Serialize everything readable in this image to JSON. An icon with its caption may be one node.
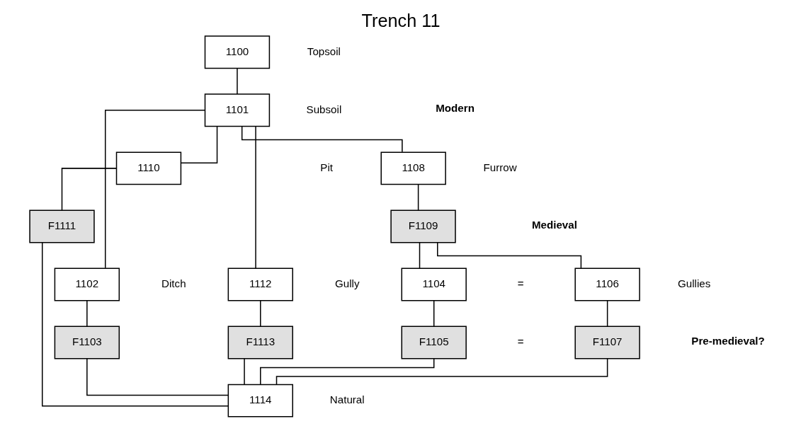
{
  "diagram": {
    "title": "Trench 11",
    "nodes": [
      {
        "text": [
          "1100"
        ],
        "beside": [
          "Topsoil"
        ]
      },
      {
        "text": [
          "1101"
        ],
        "beside": [
          "Subsoil"
        ]
      },
      {
        "text": [
          "1110"
        ]
      },
      {
        "text": [
          "1108"
        ]
      },
      {
        "text": [
          "F1111"
        ]
      },
      {
        "text": [
          "F1109"
        ]
      },
      {
        "text": [
          "1102"
        ]
      },
      {
        "text": [
          "1112"
        ]
      },
      {
        "text": [
          "1104"
        ]
      },
      {
        "text": [
          "1106"
        ]
      },
      {
        "text": [
          "F1103"
        ]
      },
      {
        "text": [
          "F1113"
        ]
      },
      {
        "text": [
          "F1105"
        ]
      },
      {
        "text": [
          "F1107"
        ]
      },
      {
        "text": [
          "1114"
        ],
        "beside": [
          "Natural"
        ]
      }
    ],
    "edges": [
      {
        "from": 0,
        "to": 1,
        "arrow": "none"
      },
      {
        "from": 1,
        "to": 6,
        "arrow": "none"
      },
      {
        "from": 1,
        "to": 2,
        "arrow": "none"
      },
      {
        "from": 1,
        "to": 7,
        "arrow": "none"
      },
      {
        "from": 1,
        "to": 3,
        "arrow": "none"
      },
      {
        "from": 2,
        "to": 4,
        "arrow": "none"
      },
      {
        "from": 3,
        "to": 5,
        "arrow": "none"
      },
      {
        "from": 5,
        "to": 8,
        "arrow": "none"
      },
      {
        "from": 5,
        "to": 9,
        "arrow": "none"
      },
      {
        "from": 6,
        "to": 10,
        "arrow": "none"
      },
      {
        "from": 7,
        "to": 11,
        "arrow": "none"
      },
      {
        "from": 8,
        "to": 12,
        "arrow": "none"
      },
      {
        "from": 9,
        "to": 13,
        "arrow": "none"
      },
      {
        "from": 10,
        "to": 14,
        "arrow": "none"
      },
      {
        "from": 4,
        "to": 14,
        "arrow": "none"
      },
      {
        "from": 11,
        "to": 14,
        "arrow": "none"
      },
      {
        "from": 12,
        "to": 14,
        "arrow": "none"
      },
      {
        "from": 13,
        "to": 14,
        "arrow": "none"
      }
    ],
    "labels": [
      "Modern",
      "Pit",
      "Furrow",
      "Medieval",
      "Ditch",
      "Gully",
      "=",
      "Gullies",
      "=",
      "Pre-medieval?"
    ]
  }
}
